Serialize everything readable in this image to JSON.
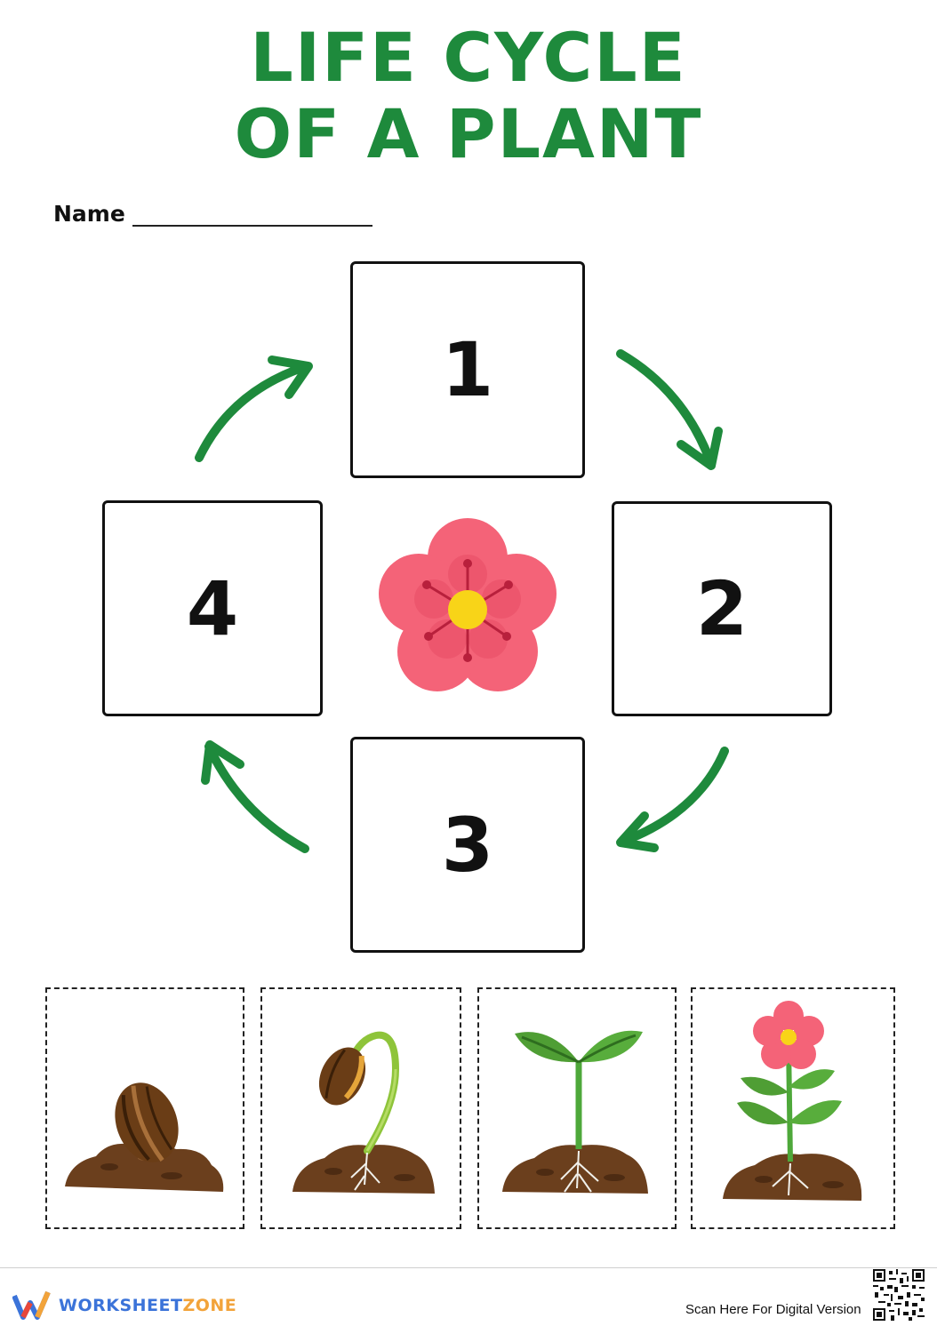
{
  "title": {
    "line1": "LIFE CYCLE",
    "line2": "OF A PLANT"
  },
  "name_field": {
    "label": "Name"
  },
  "steps": [
    {
      "number": "1"
    },
    {
      "number": "2"
    },
    {
      "number": "3"
    },
    {
      "number": "4"
    }
  ],
  "cutouts": [
    {
      "icon": "seed-icon"
    },
    {
      "icon": "sprouting-seed-icon"
    },
    {
      "icon": "seedling-icon"
    },
    {
      "icon": "flowering-plant-icon"
    }
  ],
  "colors": {
    "title": "#1e8a3c",
    "arrow": "#1e8a3c",
    "flower": "#f05a6e",
    "soil": "#6b3f1d"
  },
  "footer": {
    "brand_part1": "WORKSHEET",
    "brand_part2": "ZONE",
    "scan_text": "Scan Here For Digital Version"
  }
}
